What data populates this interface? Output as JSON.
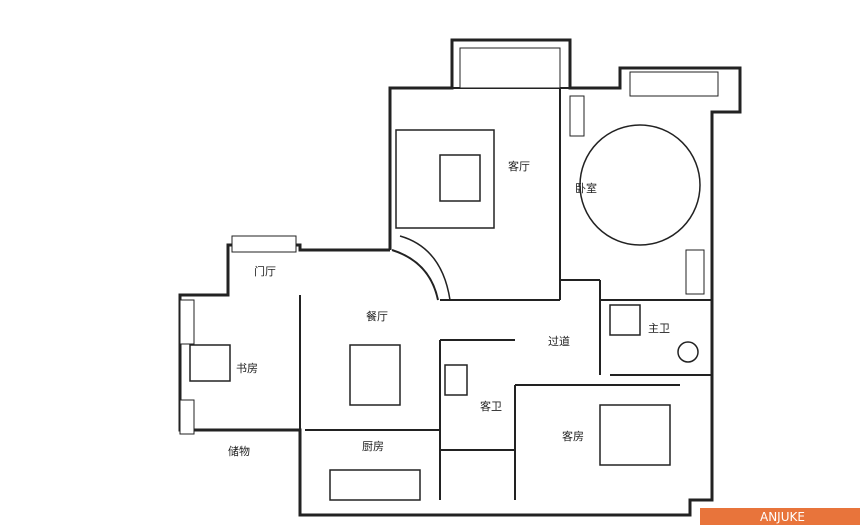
{
  "rooms": {
    "living_room": "客厅",
    "master_bedroom": "卧室",
    "dining_room": "餐厅",
    "foyer": "门厅",
    "study": "书房",
    "kitchen": "厨房",
    "guest_bath": "客卫",
    "master_bath": "主卫",
    "hallway": "过道",
    "second_bedroom": "客房",
    "storage": "储物"
  },
  "watermark": "ANJUKE",
  "colors": {
    "wall": "#222222",
    "background": "#ffffff",
    "watermark_badge": "#e8743b"
  }
}
